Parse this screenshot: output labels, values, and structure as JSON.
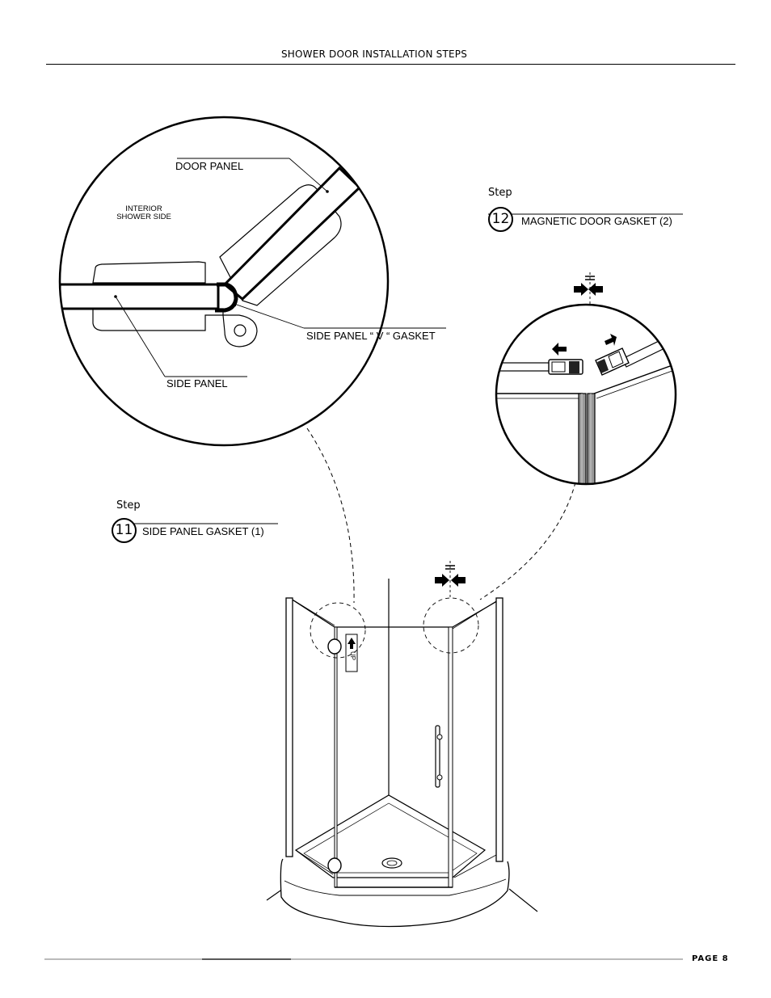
{
  "header": {
    "title": "SHOWER DOOR INSTALLATION STEPS"
  },
  "detail_left": {
    "door_panel_label": "DOOR PANEL",
    "interior_label_line1": "INTERIOR",
    "interior_label_line2": "SHOWER SIDE",
    "v_gasket_label": "SIDE PANEL “ V “ GASKET",
    "side_panel_label": "SIDE PANEL"
  },
  "step11": {
    "word": "Step",
    "number": "11",
    "label": "SIDE PANEL GASKET (1)"
  },
  "step12": {
    "word": "Step",
    "number": "12",
    "label": "MAGNETIC DOOR GASKET (2)"
  },
  "enclosure": {
    "up_label": "UP",
    "equal_symbol": "="
  },
  "footer": {
    "page_label": "PAGE 8"
  }
}
